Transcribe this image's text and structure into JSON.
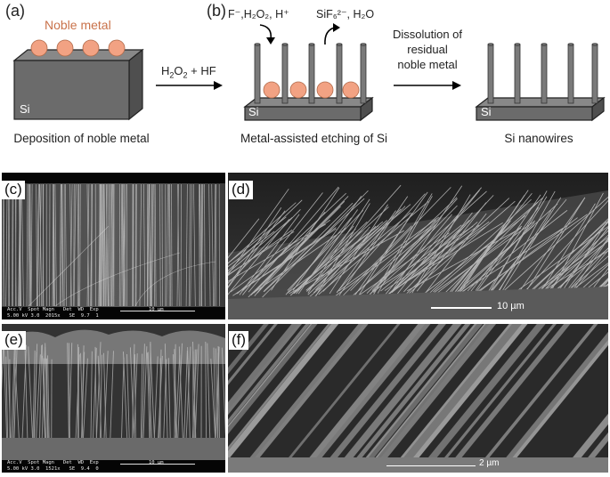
{
  "panels": {
    "a": {
      "label": "(a)",
      "noble_metal": "Noble metal",
      "substrate": "Si",
      "caption": "Deposition of noble metal"
    },
    "arrow1": {
      "reagents_main": "H",
      "reagents_sub1": "2",
      "reagents_mid": "O",
      "reagents_sub2": "2",
      "reagents_end": " + HF"
    },
    "b": {
      "label": "(b)",
      "in_label": "F⁻,H₂O₂, H⁺",
      "out_label": "SiF₆²⁻, H₂O",
      "substrate": "Si",
      "caption": "Metal-assisted etching of Si"
    },
    "arrow2": {
      "line1": "Dissolution of",
      "line2": "residual",
      "line3": "noble metal"
    },
    "c_final": {
      "substrate": "Si",
      "caption": "Si nanowires"
    },
    "c": {
      "label": "(c)",
      "databar_header": "Acc.V  Spot Magn   Det  WD  Exp",
      "databar_values": "5.00 kV 3.0  2015x   SE  9.7  1",
      "scale": "10 µm"
    },
    "d": {
      "label": "(d)",
      "scale": "10 µm"
    },
    "e": {
      "label": "(e)",
      "databar_header": "Acc.V  Spot Magn   Det  WD  Exp",
      "databar_values": "5.00 kV 3.0  1521x   SE  9.4  0",
      "scale": "10 µm"
    },
    "f": {
      "label": "(f)",
      "scale": "2 µm"
    }
  },
  "colors": {
    "si_top": "#7f7f7f",
    "si_front": "#6a6a6a",
    "si_side": "#4f4f4f",
    "noble_metal": "#f2a283",
    "noble_label": "#c9724a",
    "arrow": "#000000"
  }
}
